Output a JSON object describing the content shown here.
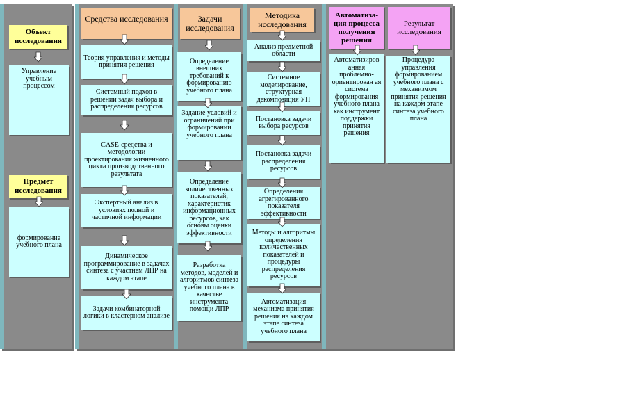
{
  "columns": {
    "object": {
      "header1": "Объект исследования",
      "box1": "Управление учебным процессом",
      "header2": "Предмет исследования",
      "box2": "формирование учебного плана"
    },
    "tools": {
      "header": "Средства исследования",
      "items": [
        "Теория управления и методы принятия решения",
        "Системный подход в решении задач выбора и распределения ресурсов",
        "CASE-средства и методологии проектирования жизненного цикла производственного результата",
        "Экспертный анализ в условиях полной и частичной информации",
        "Динамическое программирование в задачах синтеза с участием ЛПР на каждом этапе",
        "Задачи комбинаторной логики в кластерном анализе"
      ]
    },
    "tasks": {
      "header": "Задачи исследования",
      "items": [
        "Определение внешних требований к формированию учебного плана",
        "Задание условий и ограничений при формировании учебного плана",
        "Определение количественных показателей, характеристик информационных ресурсов, как основы оценки эффективности",
        "Разработка методов, моделей и алгоритмов синтеза учебного плана в качестве инструмента помощи ЛПР"
      ]
    },
    "method": {
      "header": "Методика исследования",
      "items": [
        "Анализ предметной области",
        "Системное моделирование, структурная декомпозиция УП",
        "Постановка задачи выбора ресурсов",
        "Постановка задачи распределения ресурсов",
        "Определения агрегированного показателя эффективности",
        "Методы и алгоритмы определения количественных показателей и процедуры распределения ресурсов",
        "Автоматизация механизма принятия решения на каждом этапе синтеза учебного плана"
      ]
    },
    "automation": {
      "header": "Автоматиза-ция процесса получения решения",
      "box": "Автоматизиров анная проблемно-ориентирован ая система формирования учебного плана как инструмент поддержки принятия решения"
    },
    "result": {
      "header": "Результат исследования",
      "box": "Процедура управления формированием учебного плана с механизмом принятия решения на каждом этапе синтеза учебного плана"
    }
  }
}
